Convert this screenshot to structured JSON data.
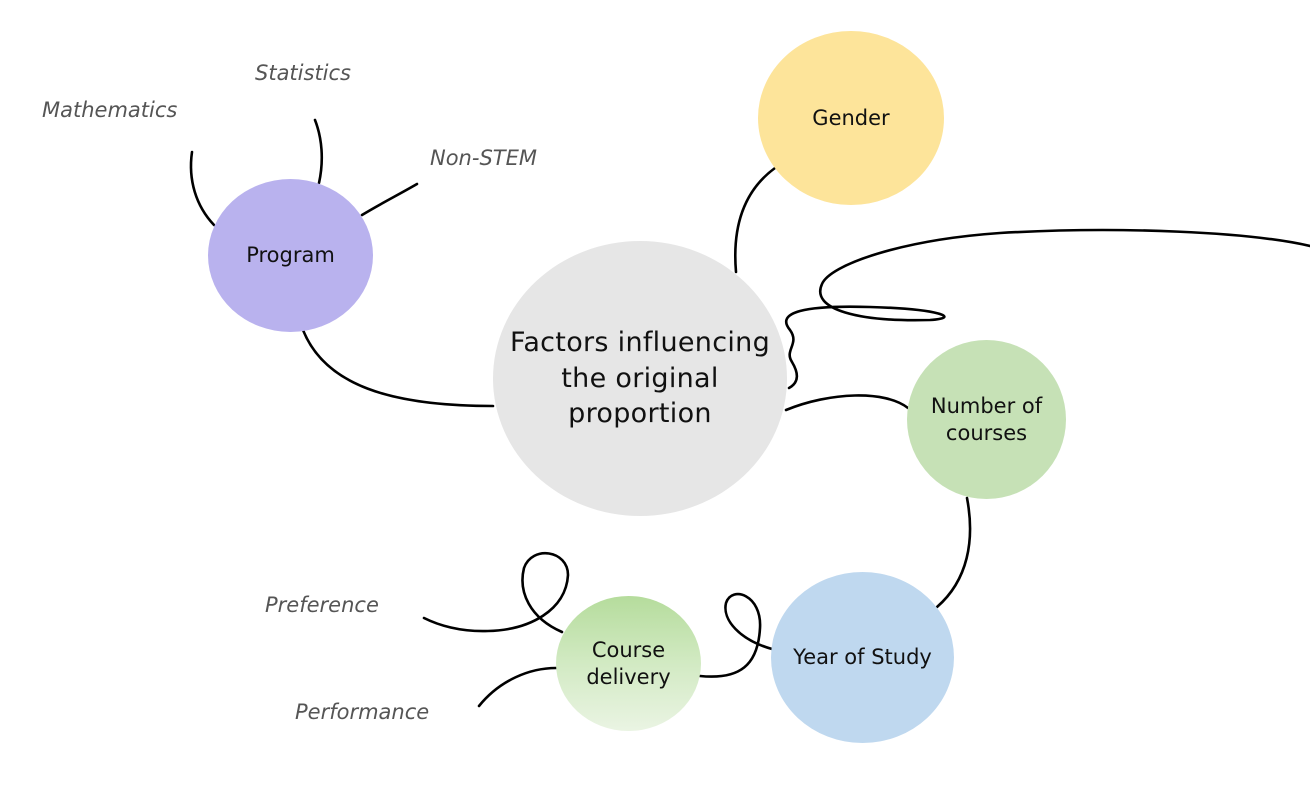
{
  "diagram": {
    "type": "mind-map",
    "center": {
      "label": "Factors influencing the original proportion",
      "color": "#e6e6e6"
    },
    "nodes": {
      "program": {
        "label": "Program",
        "color": "#b9b2ee"
      },
      "gender": {
        "label": "Gender",
        "color": "#fde49a"
      },
      "number_of_courses": {
        "label": "Number of courses",
        "color": "#c6e1b6"
      },
      "year_of_study": {
        "label": "Year of Study",
        "color": "#bfd8ef"
      },
      "course_delivery": {
        "label": "Course delivery",
        "color_top": "#b5dc9c",
        "color_bottom": "#eaf4e3"
      }
    },
    "leaves": {
      "mathematics": "Mathematics",
      "statistics": "Statistics",
      "non_stem": "Non-STEM",
      "preference": "Preference",
      "performance": "Performance"
    },
    "connections": [
      [
        "center",
        "program"
      ],
      [
        "center",
        "gender"
      ],
      [
        "center",
        "number_of_courses"
      ],
      [
        "number_of_courses",
        "year_of_study"
      ],
      [
        "year_of_study",
        "course_delivery"
      ],
      [
        "program",
        "mathematics"
      ],
      [
        "program",
        "statistics"
      ],
      [
        "program",
        "non_stem"
      ],
      [
        "course_delivery",
        "preference"
      ],
      [
        "course_delivery",
        "performance"
      ]
    ]
  }
}
